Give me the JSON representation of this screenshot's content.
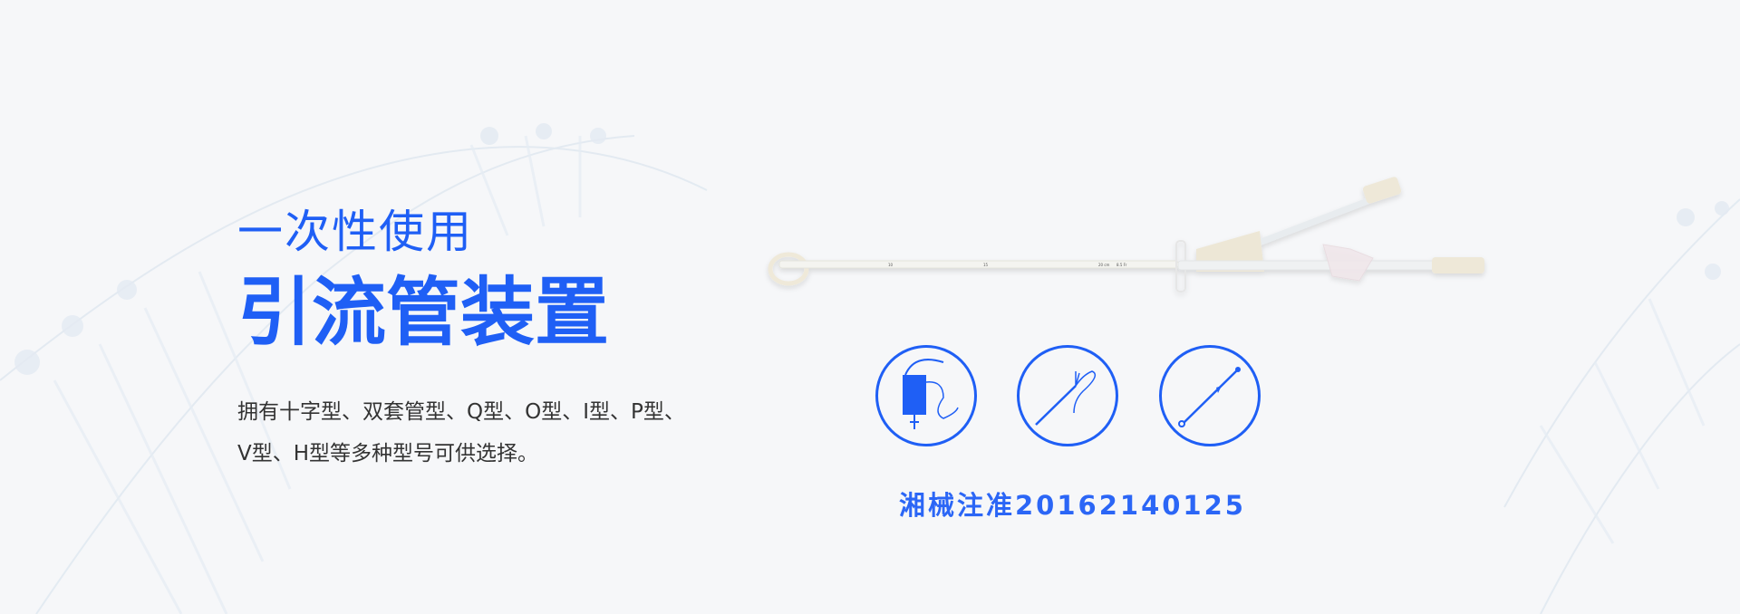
{
  "banner": {
    "subtitle": "一次性使用",
    "title": "引流管装置",
    "description_lines": [
      "拥有十字型、双套管型、Q型、O型、I型、P型、",
      "V型、H型等多种型号可供选择。"
    ],
    "registration": "湘械注准20162140125",
    "accent_color": "#1f5ff5",
    "background_color": "#f6f7f9"
  },
  "icons": [
    {
      "name": "drainage-bag-icon"
    },
    {
      "name": "multi-lumen-catheter-icon"
    },
    {
      "name": "pigtail-catheter-icon"
    }
  ],
  "product_image": {
    "name": "drainage-catheter",
    "scale_labels": [
      "10",
      "15",
      "20 cm",
      "8.5 Fr"
    ]
  }
}
